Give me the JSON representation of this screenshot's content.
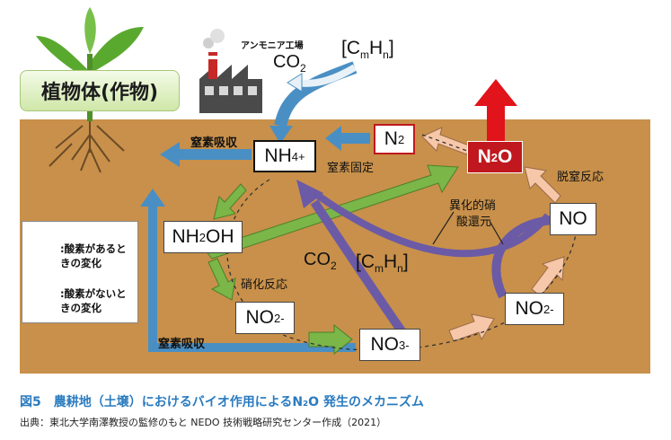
{
  "plant_label": "植物体(作物)",
  "factory_label": "アンモニア工場",
  "co2_top": "CO",
  "co2_top_sub": "2",
  "cmhn_top": {
    "open": "[C",
    "m": "m",
    "h": "H",
    "n": "n",
    "close": "]"
  },
  "nodes": {
    "nh4": {
      "base": "NH",
      "sub": "4",
      "sup": "+"
    },
    "n2": {
      "base": "N",
      "sub": "2"
    },
    "n2o": {
      "base": "N",
      "sub": "2",
      "tail": "O"
    },
    "nh2oh": {
      "pre": "NH",
      "sub": "2",
      "tail": "OH"
    },
    "no2_left": {
      "base": "NO",
      "sub": "2",
      "sup": "-"
    },
    "no3": {
      "base": "NO",
      "sub": "3",
      "sup": "-"
    },
    "no2_right": {
      "base": "NO",
      "sub": "2",
      "sup": "-"
    },
    "no": {
      "base": "NO"
    }
  },
  "labels": {
    "nitrogen_uptake_top": "窒素吸収",
    "nitrogen_fixation": "窒素固定",
    "denitrification": "脱窒反応",
    "nitrification": "硝化反応",
    "hetero_line1": "異化的硝",
    "hetero_line2": "酸還元",
    "co2_mid": "CO",
    "co2_mid_sub": "2",
    "nitrogen_uptake_bottom": "窒素吸収"
  },
  "legend": {
    "aerobic_line1": ":酸素があると",
    "aerobic_line2": "きの変化",
    "anaerobic_line1": ":酸素がないと",
    "anaerobic_line2": "きの変化"
  },
  "caption": "図5　農耕地（土壌）におけるバイオ作用によるN₂O 発生のメカニズム",
  "source": "出典：東北大学南澤教授の監修のもと NEDO 技術戦略研究センター作成（2021）",
  "colors": {
    "soil": "#c8904a",
    "aerobic_arrow": "#7ab648",
    "anaerobic_arrow": "#f6c7a8",
    "blue_arrow": "#4a8fc4",
    "purple_arrow": "#6b5aa6",
    "n2o_fill": "#c0181e",
    "up_arrow": "#e0141a"
  }
}
